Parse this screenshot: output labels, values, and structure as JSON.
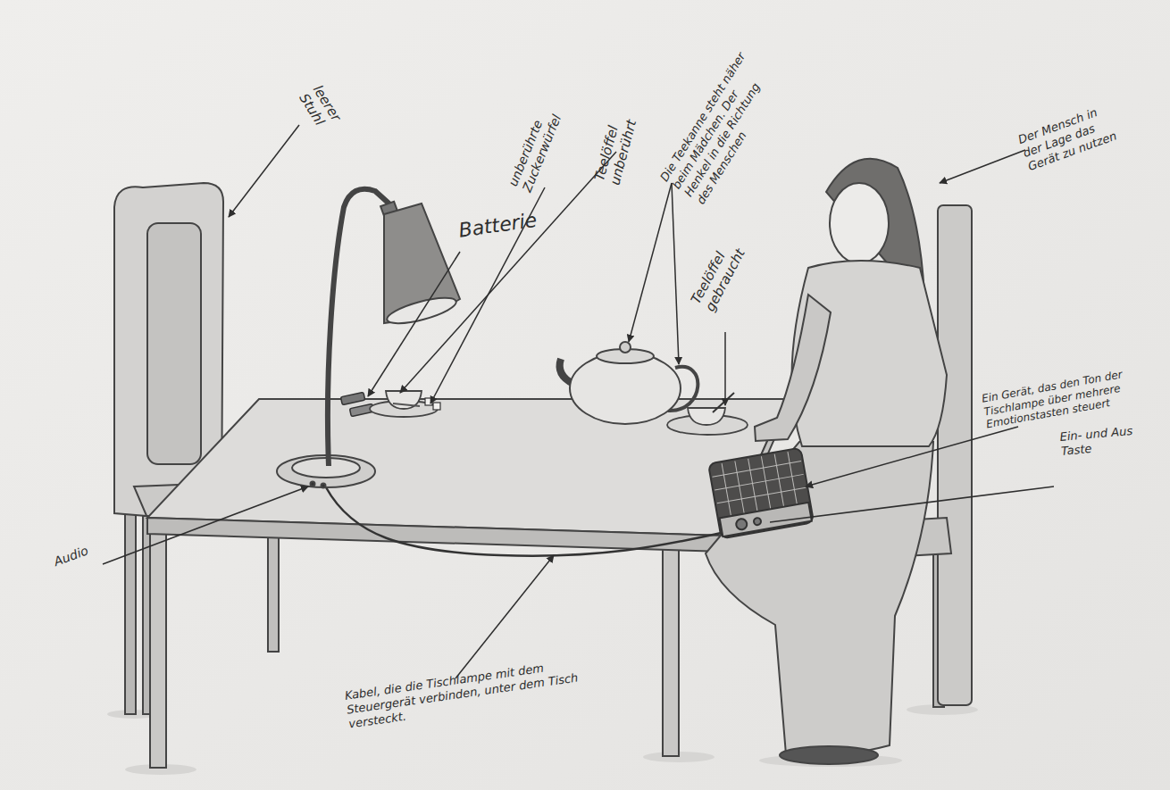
{
  "diagram": {
    "labels": [
      "leerer Stuhl",
      "Batterie",
      "Teelöffel unberührt",
      "unberührte Zuckerwürfel",
      "Die Teekanne steht näher beim Mädchen. Der Henkel in die Richtung des Menschen",
      "Teelöffel gebraucht",
      "Der Mensch in der Lage das Gerät zu nutzen",
      "Ein Gerät, das den Ton der Tischlampe über mehrere Emotionstasten steuert",
      "Ein- und Aus Taste",
      "Audio",
      "Kabel, die die Tischlampe mit dem Steuergerät verbinden, unter dem Tisch versteckt."
    ]
  }
}
